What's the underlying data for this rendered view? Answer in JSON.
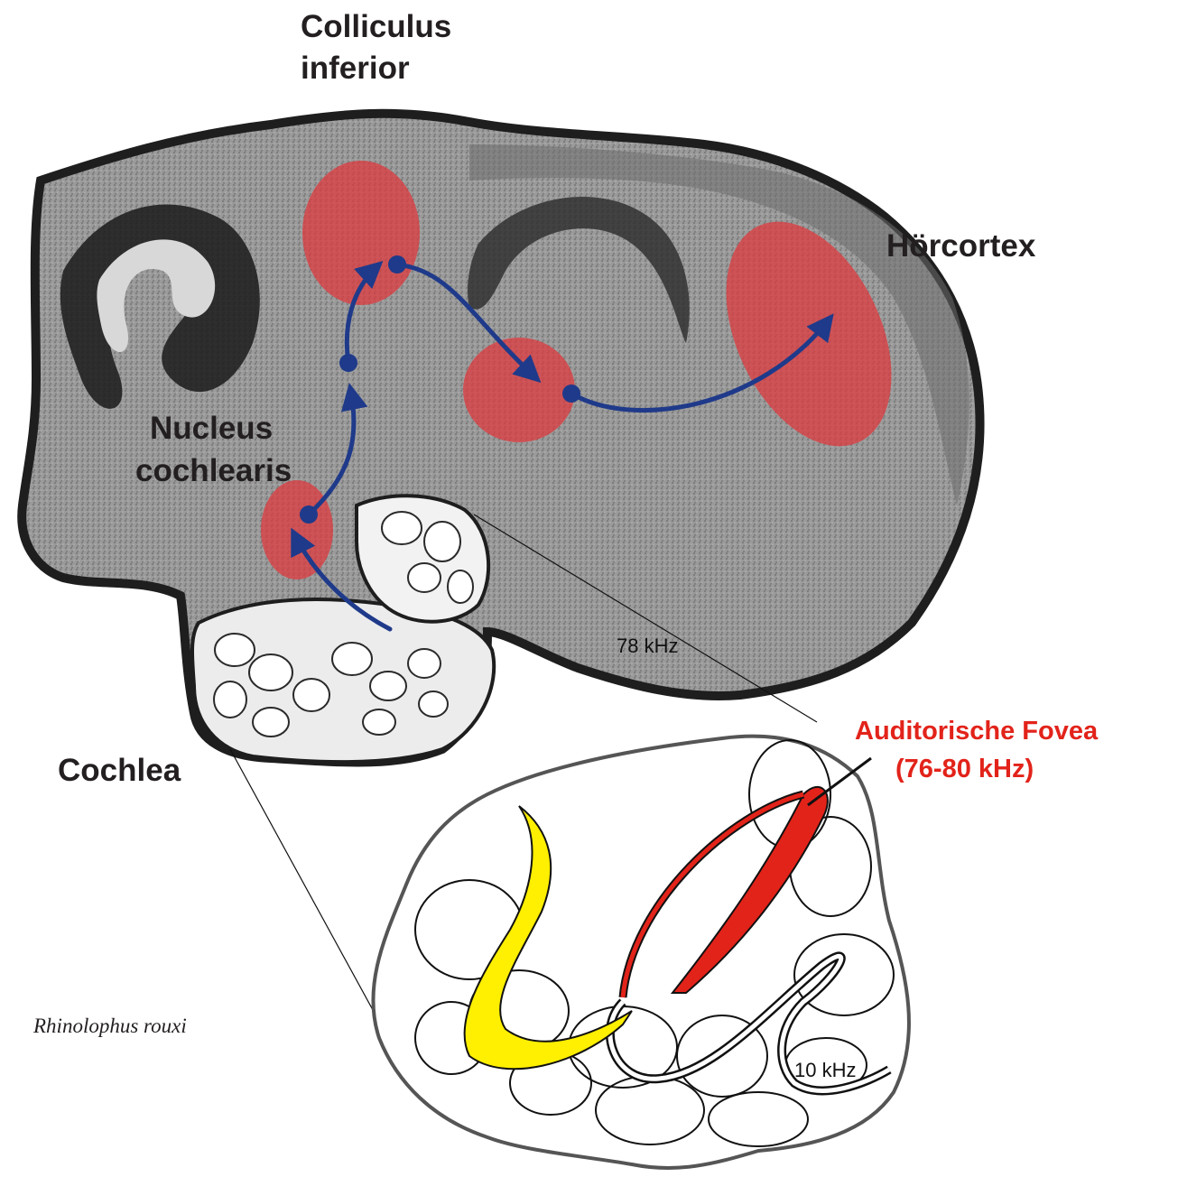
{
  "labels": {
    "colliculus_line1": "Colliculus",
    "colliculus_line2": "inferior",
    "hoercortex": "Hörcortex",
    "nucleus_line1": "Nucleus",
    "nucleus_line2": "cochlearis",
    "cochlea": "Cochlea",
    "fovea_line1": "Auditorische Fovea",
    "fovea_line2": "(76-80 kHz)",
    "freq_high": "78 kHz",
    "freq_low": "10 kHz",
    "species": "Rhinolophus rouxi"
  },
  "colors": {
    "region_highlight": "#e0363a",
    "pathway_arrow": "#1f3a8a",
    "fovea_band": "#e2231a",
    "basal_band": "#ffef00",
    "fovea_text": "#e2231a",
    "tissue_dark": "#3a3a3a",
    "tissue_mid": "#8c8c8c"
  }
}
